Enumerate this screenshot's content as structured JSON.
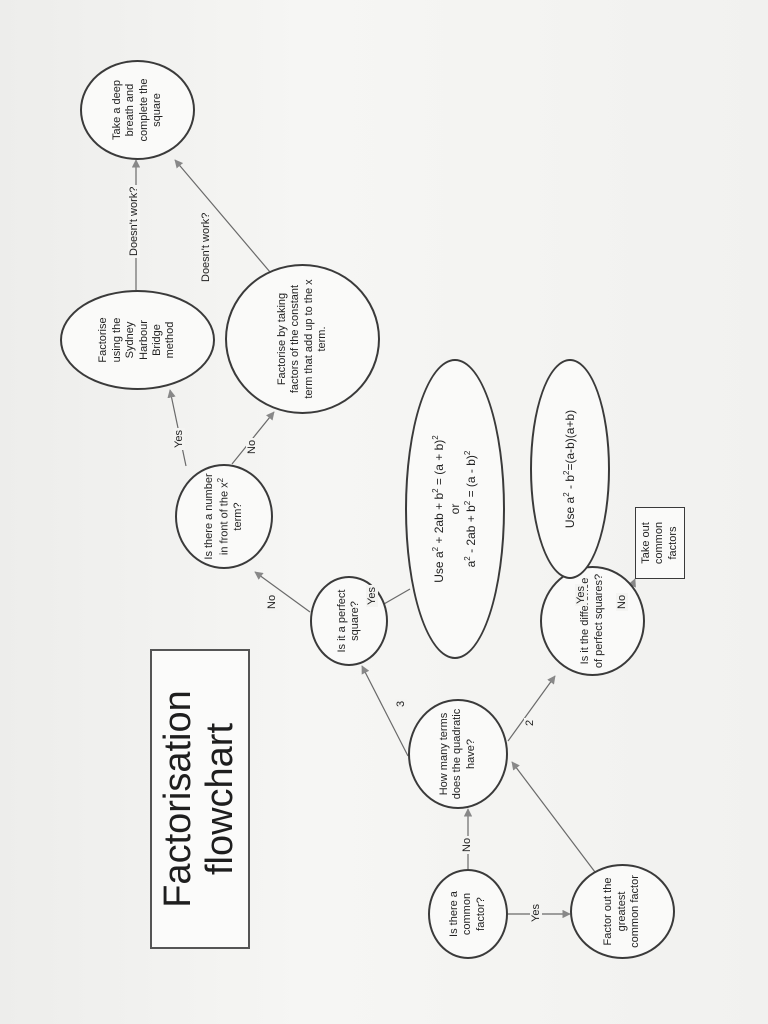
{
  "title": {
    "line1": "Factorisation",
    "line2": "flowchart"
  },
  "nodes": {
    "common_factor": "Is there a common factor?",
    "factor_out": "Factor out the greatest common factor",
    "how_many_terms": "How many terms does the quadratic have?",
    "perfect_square": "Is it a perfect square?",
    "number_in_front": {
      "before": "Is there a number in front of the x",
      "sup": "2",
      "after": " term?"
    },
    "sydney_harbour": "Factorise using the Sydney Harbour Bridge method",
    "constant_term": "Factorise by taking factors of the constant term that add up to the x term.",
    "complete_square": "Take a deep breath and complete the square",
    "perfect_square_formula": {
      "line1_a": "Use a",
      "line1_sup1": "2",
      "line1_b": " + 2ab + b",
      "line1_sup2": "2",
      "line1_c": " = (a + b)",
      "line1_sup3": "2",
      "or": "or",
      "line2_a": "a",
      "line2_sup1": "2",
      "line2_b": " - 2ab + b",
      "line2_sup2": "2",
      "line2_c": " = (a - b)",
      "line2_sup3": "2"
    },
    "difference_squares": "Is it the difference of perfect squares?",
    "difference_formula": {
      "a": "Use a",
      "sup1": "2",
      "b": " - b",
      "sup2": "2",
      "c": "=(a-b)(a+b)"
    },
    "take_out": "Take out common factors"
  },
  "edges": {
    "yes_common": "Yes",
    "no_common": "No",
    "three": "3",
    "two": "2",
    "no_perfect": "No",
    "yes_perfect": "Yes",
    "yes_number": "Yes",
    "no_number": "No",
    "doesnt_work_1": "Doesn't work?",
    "doesnt_work_2": "Doesn't work?",
    "yes_difference": "Yes",
    "no_difference": "No"
  },
  "colors": {
    "line": "#3a3a3a",
    "arrow": "#777777",
    "background": "#f3f3f1"
  }
}
